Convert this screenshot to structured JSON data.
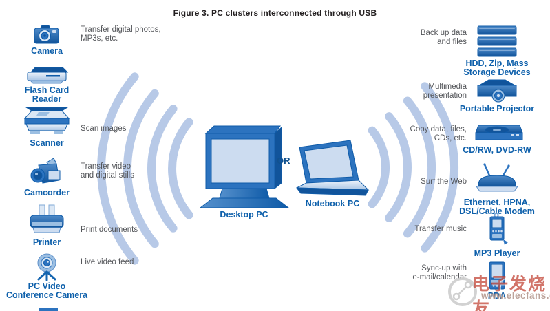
{
  "title": "Figure 3. PC clusters interconnected through USB",
  "left_devices": [
    {
      "label": "Camera",
      "desc": "Transfer digital photos,\nMP3s, etc.",
      "icon": "camera-icon"
    },
    {
      "label": "Flash Card\nReader",
      "desc": "",
      "icon": "flash-card-reader-icon"
    },
    {
      "label": "Scanner",
      "desc": "Scan images",
      "icon": "scanner-icon"
    },
    {
      "label": "Camcorder",
      "desc": "Transfer video\nand digital stills",
      "icon": "camcorder-icon"
    },
    {
      "label": "Printer",
      "desc": "Print documents",
      "icon": "printer-icon"
    },
    {
      "label": "PC Video\nConference Camera",
      "desc": "Live video feed",
      "icon": "webcam-icon"
    }
  ],
  "center": {
    "desktop_label": "Desktop PC",
    "or_label": "OR",
    "notebook_label": "Notebook PC"
  },
  "right_devices": [
    {
      "label": "HDD, Zip, Mass\nStorage Devices",
      "desc": "Back up data\nand files",
      "icon": "hdd-stack-icon"
    },
    {
      "label": "Portable Projector",
      "desc": "Multimedia\npresentation",
      "icon": "projector-icon"
    },
    {
      "label": "CD/RW, DVD-RW",
      "desc": "Copy data, files,\nCDs, etc.",
      "icon": "cd-drive-icon"
    },
    {
      "label": "Ethernet, HPNA,\nDSL/Cable Modem",
      "desc": "Surf the Web",
      "icon": "router-icon"
    },
    {
      "label": "MP3 Player",
      "desc": "Transfer music",
      "icon": "mp3-player-icon"
    },
    {
      "label": "PDA",
      "desc": "Sync-up with\ne-mail/calendar",
      "icon": "pda-icon"
    }
  ],
  "watermark": {
    "brand": "电子发烧友",
    "url": "www.elecfans.com"
  },
  "colors": {
    "device_blue": "#1565b0",
    "label_blue": "#0e60ab",
    "screen_blue": "#ccdcf0",
    "wave_blue": "#b7c9e7",
    "desc_gray": "#54565a",
    "title_black": "#231f20",
    "watermark_red": "#bf3e2f"
  }
}
